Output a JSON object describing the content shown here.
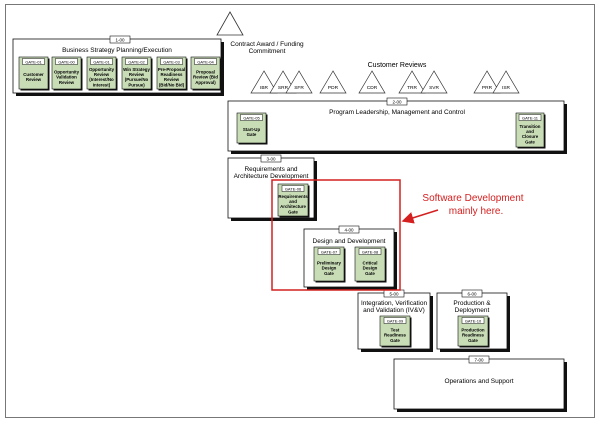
{
  "milestone_top": {
    "label_line1": "Contract Award / Funding",
    "label_line2": "Commitment"
  },
  "customer_reviews": {
    "title": "Customer Reviews",
    "items": [
      "IBR",
      "SRR",
      "SFR",
      "PDR",
      "CDR",
      "TRR",
      "SVR",
      "PRR",
      "ISR"
    ]
  },
  "bsp": {
    "id": "1-00",
    "title": "Business Strategy Planning/Execution",
    "gates": [
      {
        "id": "GATE-01",
        "lines": [
          "Customer",
          "Review"
        ]
      },
      {
        "id": "GATE-00",
        "lines": [
          "Opportunity",
          "Validation",
          "Review"
        ]
      },
      {
        "id": "GATE-01",
        "lines": [
          "Opportunity",
          "Review",
          "(Interest/No",
          "Interest)"
        ]
      },
      {
        "id": "GATE-02",
        "lines": [
          "Win Strategy",
          "Review",
          "(Pursue/No",
          "Pursue)"
        ]
      },
      {
        "id": "GATE-03",
        "lines": [
          "Pre-Proposal",
          "Readiness",
          "Review",
          "(Bid/No Bid)"
        ]
      },
      {
        "id": "GATE-04",
        "lines": [
          "Proposal",
          "Review (Bid",
          "Approval)"
        ]
      }
    ]
  },
  "plm": {
    "id": "2-00",
    "title": "Program Leadership, Management and Control",
    "gate_left": {
      "id": "GATE-05",
      "lines": [
        "Start-Up",
        "Gate"
      ]
    },
    "gate_right": {
      "id": "GATE-11",
      "lines": [
        "Transition",
        "and",
        "Closure",
        "Gate"
      ]
    }
  },
  "rad": {
    "id": "3-00",
    "title_line1": "Requirements and",
    "title_line2": "Architecture Development",
    "gate": {
      "id": "GATE-06",
      "lines": [
        "Requirements",
        "and",
        "Architecture",
        "Gate"
      ]
    }
  },
  "dd": {
    "id": "4-00",
    "title": "Design and Development",
    "gates": [
      {
        "id": "GATE-07",
        "lines": [
          "Preliminary",
          "Design",
          "Gate"
        ]
      },
      {
        "id": "GATE-08",
        "lines": [
          "Critical",
          "Design",
          "Gate"
        ]
      }
    ]
  },
  "ivv": {
    "id": "5-00",
    "title_line1": "Integration, Verification",
    "title_line2": "and Validation (IV&V)",
    "gate": {
      "id": "GATE-09",
      "lines": [
        "Test",
        "Readiness",
        "Gate"
      ]
    }
  },
  "pd": {
    "id": "6-00",
    "title_line1": "Production &",
    "title_line2": "Deployment",
    "gate": {
      "id": "GATE-10",
      "lines": [
        "Production",
        "Readiness",
        "Gate"
      ]
    }
  },
  "os": {
    "id": "7-00",
    "title": "Operations and Support"
  },
  "callout": {
    "line1": "Software Development",
    "line2": "mainly here.",
    "color": "#d42020"
  },
  "colors": {
    "gate_fill": "#c8dcb6",
    "box_shadow": "#111111",
    "highlight": "#d42020"
  }
}
